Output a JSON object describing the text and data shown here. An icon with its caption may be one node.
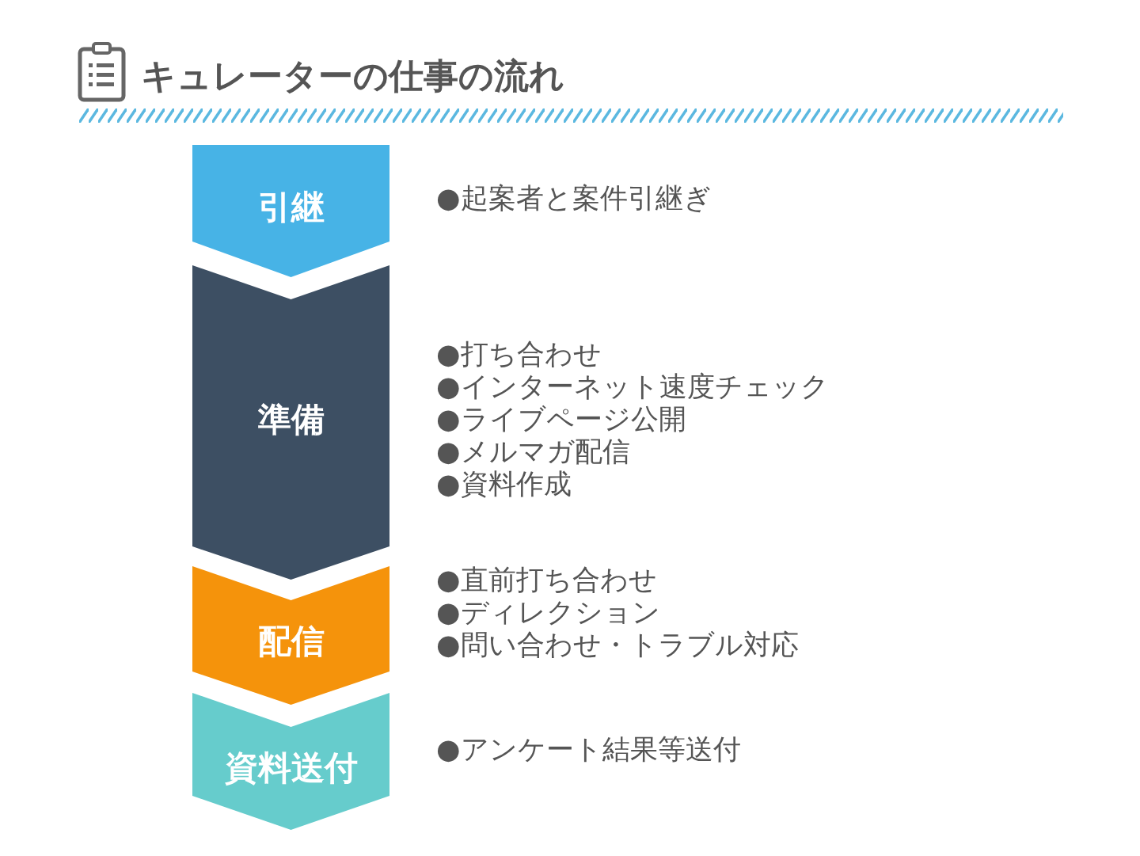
{
  "diagram": {
    "title": "キュレーターの仕事の流れ",
    "nodes": [
      {
        "text": [
          "引継"
        ],
        "beside": [
          "●起案者と案件引継ぎ"
        ]
      },
      {
        "text": [
          "準備"
        ],
        "beside": [
          "●打ち合わせ",
          "●インターネット速度チェック",
          "●ライブページ公開",
          "●メルマガ配信",
          "●資料作成"
        ]
      },
      {
        "text": [
          "配信"
        ],
        "beside": [
          "●直前打ち合わせ",
          "●ディレクション",
          "●問い合わせ・トラブル対応"
        ]
      },
      {
        "text": [
          "資料送付"
        ],
        "beside": [
          "●アンケート結果等送付"
        ]
      }
    ]
  }
}
